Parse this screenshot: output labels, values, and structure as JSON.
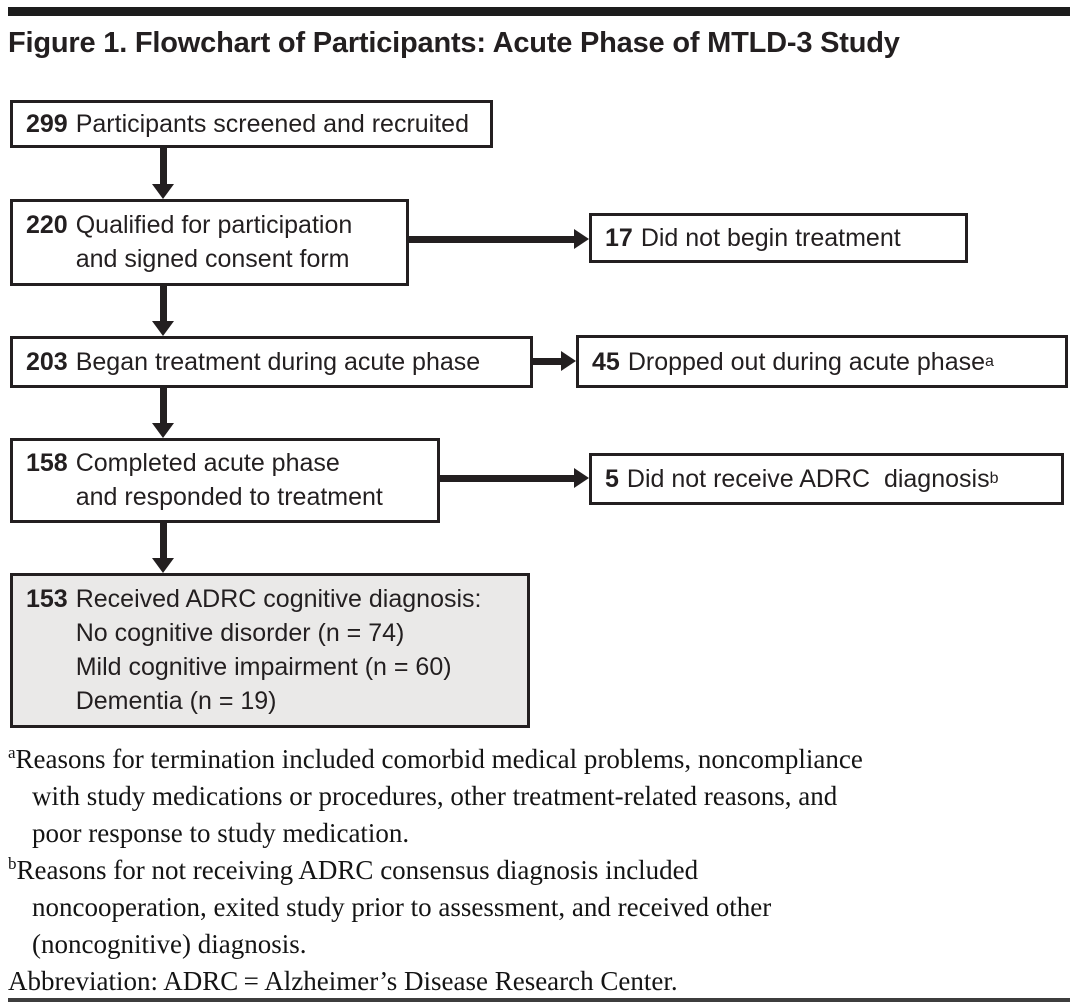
{
  "figure": {
    "title": "Figure 1. Flowchart of Participants: Acute Phase of MTLD-3 Study"
  },
  "flowchart": {
    "main": [
      {
        "number": "299",
        "lines": [
          "Participants screened and recruited"
        ]
      },
      {
        "number": "220",
        "lines": [
          "Qualified for participation",
          "and signed consent form"
        ]
      },
      {
        "number": "203",
        "lines": [
          "Began treatment during acute phase"
        ]
      },
      {
        "number": "158",
        "lines": [
          "Completed acute phase",
          "and responded to treatment"
        ]
      },
      {
        "number": "153",
        "lines": [
          "Received ADRC cognitive diagnosis:",
          "No cognitive disorder (n = 74)",
          "Mild cognitive impairment (n = 60)",
          "Dementia (n = 19)"
        ]
      }
    ],
    "side": [
      {
        "number": "17",
        "text": "Did not begin treatment",
        "sup": ""
      },
      {
        "number": "45",
        "text": "Dropped out during acute phase",
        "sup": "a"
      },
      {
        "number": "5",
        "text": "Did not receive ADRC  diagnosis",
        "sup": "b"
      }
    ]
  },
  "footnotes": {
    "a": {
      "marker": "a",
      "line1": "Reasons for termination included comorbid medical problems, noncompliance",
      "line2": "with study medications or procedures, other treatment-related reasons, and",
      "line3": "poor response to study medication."
    },
    "b": {
      "marker": "b",
      "line1": "Reasons for not receiving ADRC consensus diagnosis included",
      "line2": "noncooperation, exited study prior to assessment, and received other",
      "line3": "(noncognitive) diagnosis."
    },
    "abbreviation": "Abbreviation: ADRC = Alzheimer’s Disease Research Center."
  },
  "colors": {
    "box_border": "#231f20",
    "shaded_box_fill": "#eae9e8",
    "text": "#231f20",
    "rule": "#1c1c1c"
  }
}
